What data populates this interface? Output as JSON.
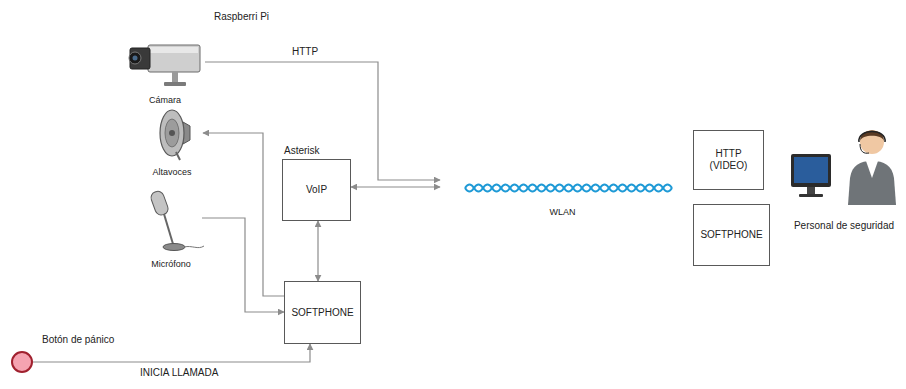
{
  "diagram": {
    "nodes": [
      {
        "text": [
          "Raspberri Pi"
        ]
      },
      {
        "text": [
          "Cámara"
        ]
      },
      {
        "text": [
          "Asterisk",
          "VoIP"
        ],
        "in": 0
      },
      {
        "text": [
          "Altavoces"
        ]
      },
      {
        "text": [
          "Micrófono"
        ]
      },
      {
        "text": [
          "SOFTPHONE"
        ],
        "in": 0
      },
      {
        "text": [
          "Botón de pánico"
        ]
      },
      {
        "text": [
          "WLAN"
        ]
      },
      {
        "text": [
          "HTTP (VIDEO)"
        ]
      },
      {
        "text": [
          "SOFTPHONE"
        ]
      },
      {
        "text": [
          "Personal de seguridad"
        ]
      }
    ],
    "edges": [
      {
        "from": 1,
        "to": 7,
        "label": "HTTP",
        "arrow": "to"
      },
      {
        "from": 2,
        "to": 7,
        "arrow": "both"
      },
      {
        "from": 5,
        "to": 3,
        "arrow": "to"
      },
      {
        "from": 4,
        "to": 5,
        "arrow": "to"
      },
      {
        "from": 6,
        "to": 5,
        "label": "INICIA LLAMADA",
        "arrow": "to"
      },
      {
        "from": 2,
        "to": 5,
        "arrow": "both"
      }
    ]
  }
}
